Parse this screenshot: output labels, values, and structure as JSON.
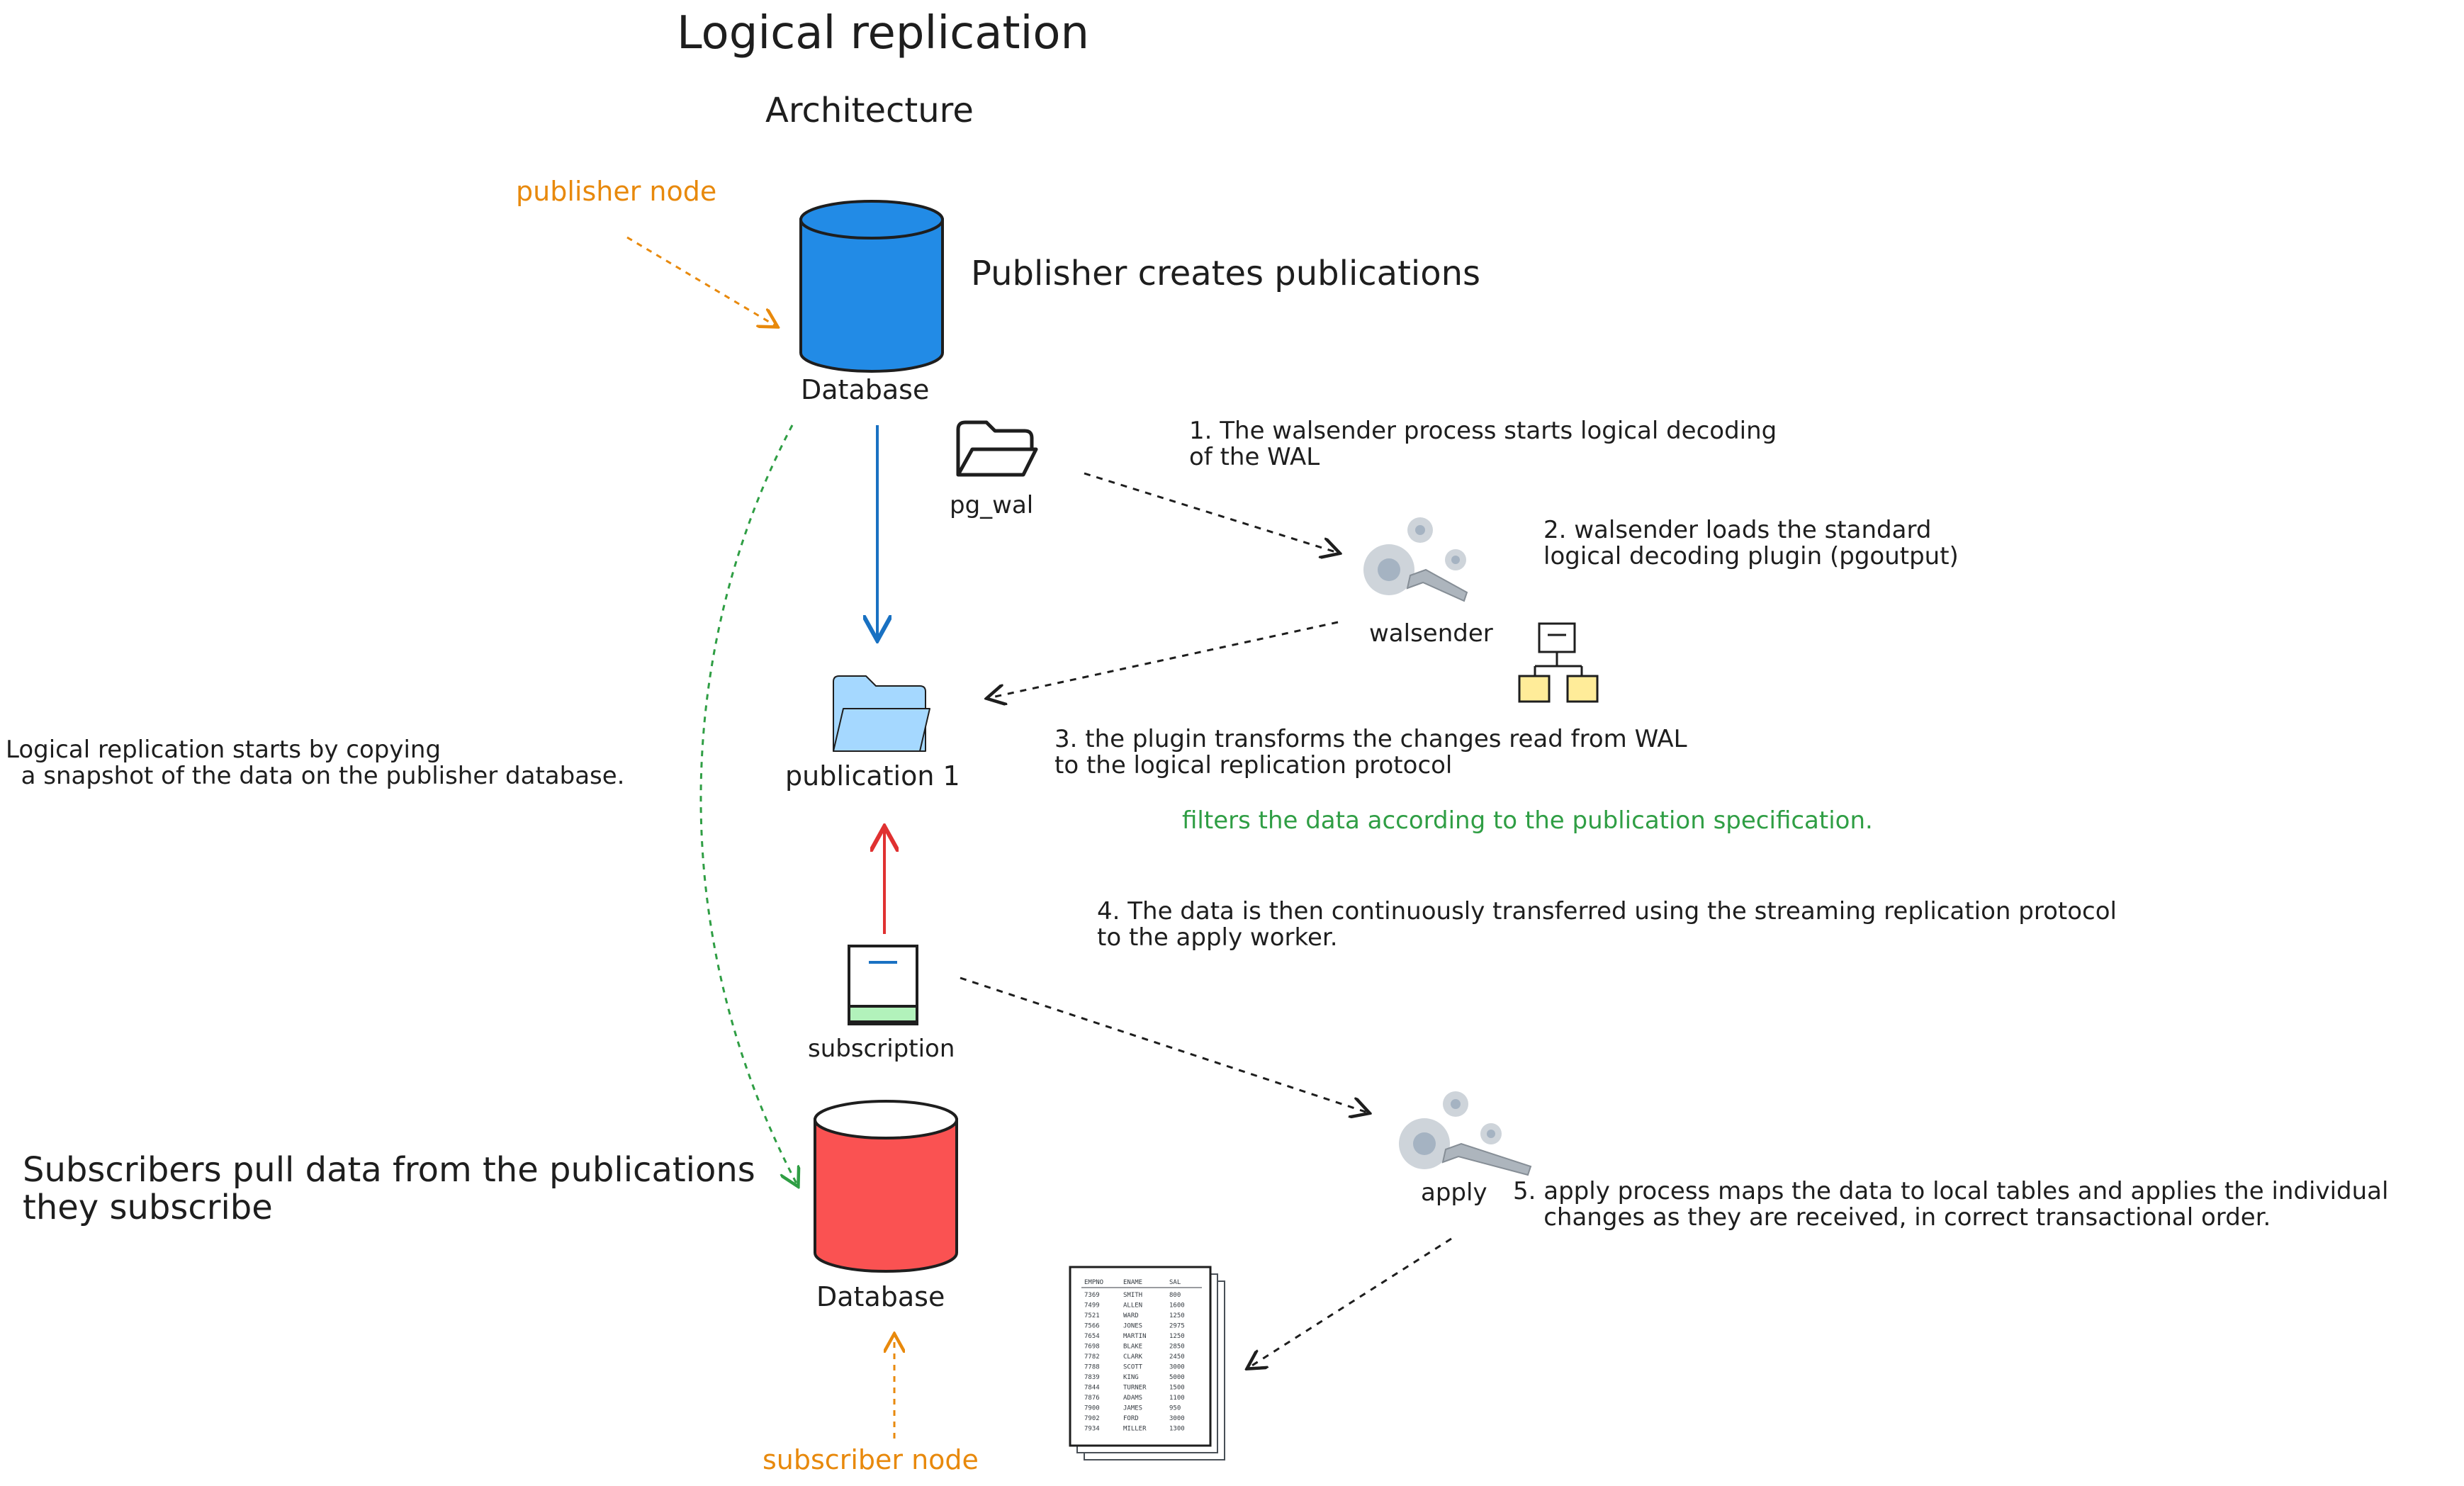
{
  "title": "Logical replication",
  "subtitle": "Architecture",
  "labels": {
    "publisher_node": "publisher node",
    "subscriber_node": "subscriber node",
    "publisher_db": "Database",
    "subscriber_db": "Database",
    "pg_wal": "pg_wal",
    "walsender": "walsender",
    "publication": "publication 1",
    "subscription": "subscription",
    "apply": "apply"
  },
  "notes": {
    "publisher_creates": "Publisher creates publications",
    "step1": "1. The walsender process starts logical decoding\nof the WAL",
    "step2": "2. walsender loads the standard\nlogical decoding plugin (pgoutput)",
    "step3": "3. the plugin transforms the changes read from WAL\nto the logical replication protocol",
    "filters": "filters the data according to the publication specification.",
    "step4": "4. The data is then continuously transferred using the streaming replication protocol\nto the apply worker.",
    "step5": "5. apply process maps the data to local tables and applies the individual\n    changes as they are received, in correct transactional order.",
    "snapshot": "Logical replication starts by copying\n  a snapshot of the data on the publisher database.",
    "subscribers": "Subscribers pull data from the publications\nthey subscribe"
  },
  "table": {
    "headers": [
      "EMPNO",
      "ENAME",
      "SAL"
    ],
    "rows": [
      [
        "7369",
        "SMITH",
        "800"
      ],
      [
        "7499",
        "ALLEN",
        "1600"
      ],
      [
        "7521",
        "WARD",
        "1250"
      ],
      [
        "7566",
        "JONES",
        "2975"
      ],
      [
        "7654",
        "MARTIN",
        "1250"
      ],
      [
        "7698",
        "BLAKE",
        "2850"
      ],
      [
        "7782",
        "CLARK",
        "2450"
      ],
      [
        "7788",
        "SCOTT",
        "3000"
      ],
      [
        "7839",
        "KING",
        "5000"
      ],
      [
        "7844",
        "TURNER",
        "1500"
      ],
      [
        "7876",
        "ADAMS",
        "1100"
      ],
      [
        "7900",
        "JAMES",
        "950"
      ],
      [
        "7902",
        "FORD",
        "3000"
      ],
      [
        "7934",
        "MILLER",
        "1300"
      ]
    ]
  },
  "colors": {
    "publisher_db": "#228be6",
    "subscriber_db": "#fa5252",
    "publication_folder": "#a5d8ff",
    "subscription_base": "#b2f2bb",
    "plugin_boxes": "#ffec99",
    "gear": "#ced4da",
    "orange": "#e8890c",
    "green": "#2f9e44",
    "blue_arrow": "#1971c2",
    "red_arrow": "#e03131"
  }
}
